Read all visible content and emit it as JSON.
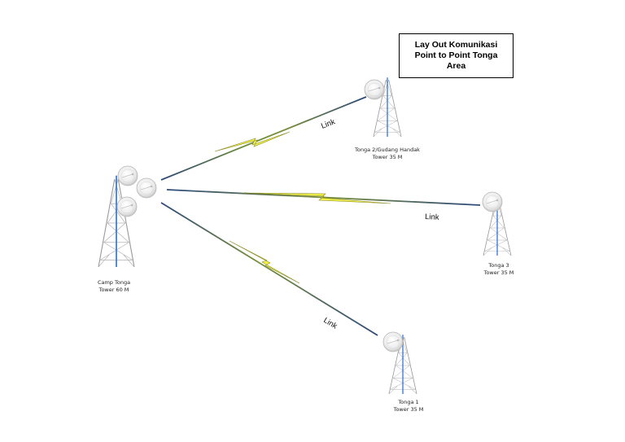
{
  "title": {
    "line1": "Lay Out Komunikasi",
    "line2": "Point to Point Tonga",
    "line3": "Area"
  },
  "towers": [
    {
      "id": "camp",
      "name": "Camp Tonga",
      "height": "Tower 60 M"
    },
    {
      "id": "tonga2",
      "name": "Tonga 2/Gudang Handak",
      "height": "Tower 35 M"
    },
    {
      "id": "tonga3",
      "name": "Tonga 3",
      "height": "Tower 35 M"
    },
    {
      "id": "tonga1",
      "name": "Tonga 1",
      "height": "Tower 35 M"
    }
  ],
  "links": [
    {
      "label": "Link",
      "to": "tonga2"
    },
    {
      "label": "Link",
      "to": "tonga3"
    },
    {
      "label": "Link",
      "to": "tonga1"
    }
  ],
  "colors": {
    "link_line": "#2e4a7a",
    "lightning_fill": "#f2f24a",
    "lightning_stroke": "#8a8a20",
    "tower_lattice": "#9a9a9a",
    "tower_mast": "#3a7bd5",
    "dish_face": "#f4f4f4",
    "dish_edge": "#b8b8b8"
  },
  "icons": [
    "tower-icon",
    "antenna-dish-icon",
    "lightning-bolt-icon"
  ]
}
